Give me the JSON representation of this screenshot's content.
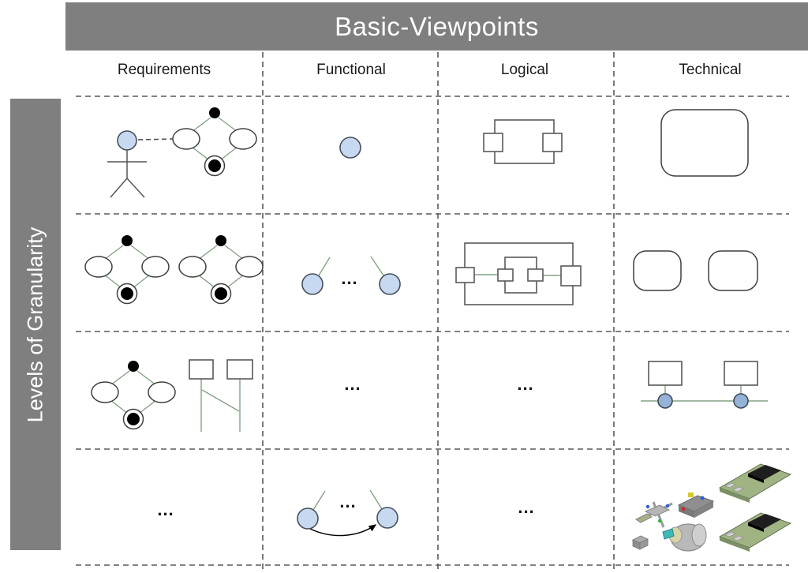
{
  "header": {
    "title": "Basic-Viewpoints"
  },
  "sidebar": {
    "label": "Levels of Granularity"
  },
  "columns": [
    {
      "label": "Requirements"
    },
    {
      "label": "Functional"
    },
    {
      "label": "Logical"
    },
    {
      "label": "Technical"
    }
  ],
  "grid": {
    "rows": 4,
    "cells": [
      {
        "row": 1,
        "column": "Requirements",
        "icons": [
          "actor-icon",
          "goal-diagram-icon"
        ]
      },
      {
        "row": 1,
        "column": "Functional",
        "icons": [
          "function-node-icon"
        ]
      },
      {
        "row": 1,
        "column": "Logical",
        "icons": [
          "component-with-ports-icon"
        ]
      },
      {
        "row": 1,
        "column": "Technical",
        "icons": [
          "rounded-box-icon"
        ]
      },
      {
        "row": 2,
        "column": "Requirements",
        "icons": [
          "goal-diagram-icon",
          "goal-diagram-icon"
        ]
      },
      {
        "row": 2,
        "column": "Functional",
        "icons": [
          "function-node-antenna-icon",
          "function-node-antenna-icon"
        ],
        "text": "..."
      },
      {
        "row": 2,
        "column": "Logical",
        "icons": [
          "nested-components-icon"
        ]
      },
      {
        "row": 2,
        "column": "Technical",
        "icons": [
          "rounded-box-icon",
          "rounded-box-icon"
        ]
      },
      {
        "row": 3,
        "column": "Requirements",
        "icons": [
          "goal-diagram-icon",
          "sequence-chart-icon"
        ]
      },
      {
        "row": 3,
        "column": "Functional",
        "text": "..."
      },
      {
        "row": 3,
        "column": "Logical",
        "text": "..."
      },
      {
        "row": 3,
        "column": "Technical",
        "icons": [
          "bus-topology-icon"
        ]
      },
      {
        "row": 4,
        "column": "Requirements",
        "text": "..."
      },
      {
        "row": 4,
        "column": "Functional",
        "icons": [
          "function-transition-icon"
        ],
        "text": "..."
      },
      {
        "row": 4,
        "column": "Logical",
        "text": "..."
      },
      {
        "row": 4,
        "column": "Technical",
        "icons": [
          "hardware-components-icon"
        ]
      }
    ]
  },
  "colors": {
    "frame_gray": "#7f7f7f",
    "node_blue_fill": "#c6d9f0",
    "bus_node_blue": "#95b3d7",
    "connector_green": "#84a284",
    "outline_dark": "#3f3f3f",
    "dash_gray": "#595959",
    "header_text": "#ffffff",
    "label_text": "#1a1a1a"
  }
}
